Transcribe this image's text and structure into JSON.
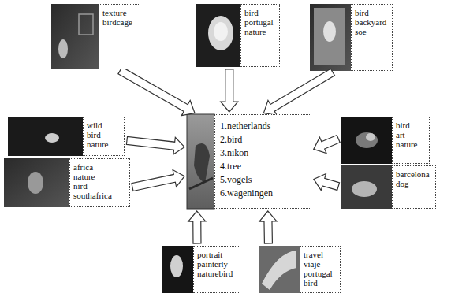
{
  "diagram": {
    "nodes": [
      {
        "text": [
          "texture",
          "birdcage"
        ]
      },
      {
        "text": [
          "bird",
          "portugal",
          "nature"
        ]
      },
      {
        "text": [
          "bird",
          "backyard",
          "soe"
        ]
      },
      {
        "text": [
          "wild",
          "bird",
          "nature"
        ]
      },
      {
        "text": [
          "1.netherlands",
          "2.bird",
          "3.nikon",
          "4.tree",
          "5.vogels",
          "6.wageningen"
        ]
      },
      {
        "text": [
          "bird",
          "art",
          "nature"
        ]
      },
      {
        "text": [
          "africa",
          "nature",
          "nird",
          "southafrica"
        ]
      },
      {
        "text": [
          "barcelona",
          "dog"
        ]
      },
      {
        "text": [
          "portrait",
          "painterly",
          "naturebird"
        ]
      },
      {
        "text": [
          "travel",
          "viaje",
          "portugal",
          "bird"
        ]
      }
    ],
    "edges": [
      {
        "from": 0,
        "to": 4,
        "arrow": "to"
      },
      {
        "from": 1,
        "to": 4,
        "arrow": "to"
      },
      {
        "from": 2,
        "to": 4,
        "arrow": "to"
      },
      {
        "from": 3,
        "to": 4,
        "arrow": "to"
      },
      {
        "from": 5,
        "to": 4,
        "arrow": "to"
      },
      {
        "from": 6,
        "to": 4,
        "arrow": "to"
      },
      {
        "from": 7,
        "to": 4,
        "arrow": "to"
      },
      {
        "from": 8,
        "to": 4,
        "arrow": "to"
      },
      {
        "from": 9,
        "to": 4,
        "arrow": "to"
      }
    ]
  }
}
